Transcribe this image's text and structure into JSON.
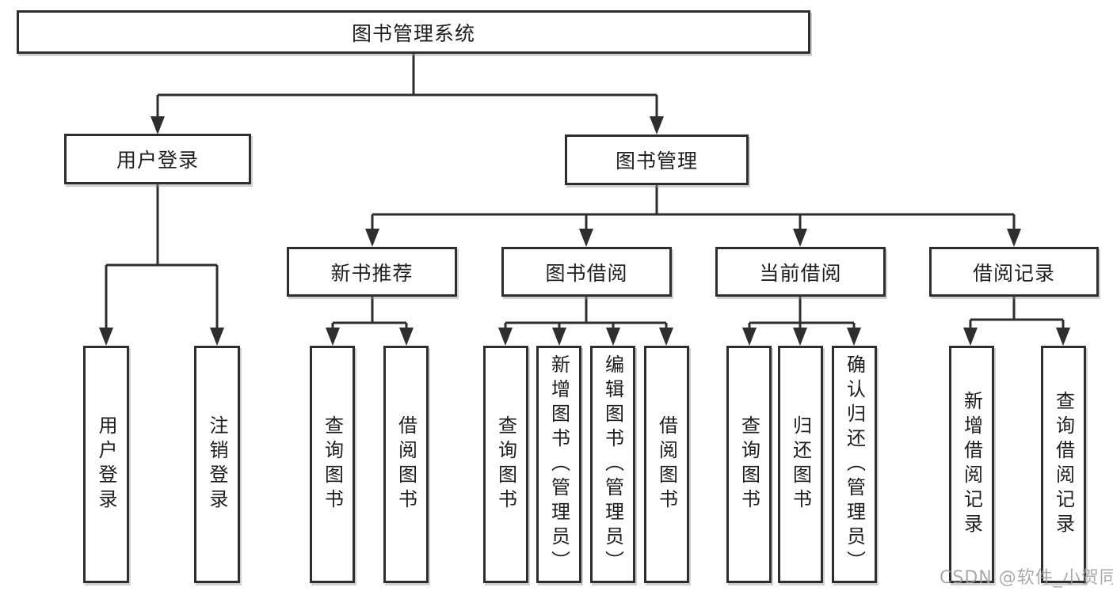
{
  "root": {
    "label": "图书管理系统",
    "children": [
      {
        "label": "用户登录",
        "children": [
          {
            "label": "用户登录"
          },
          {
            "label": "注销登录"
          }
        ]
      },
      {
        "label": "图书管理",
        "children": [
          {
            "label": "新书推荐",
            "children": [
              {
                "label": "查询图书"
              },
              {
                "label": "借阅图书"
              }
            ]
          },
          {
            "label": "图书借阅",
            "children": [
              {
                "label": "查询图书"
              },
              {
                "label": "新增图书（管理员）"
              },
              {
                "label": "编辑图书（管理员）"
              },
              {
                "label": "借阅图书"
              }
            ]
          },
          {
            "label": "当前借阅",
            "children": [
              {
                "label": "查询图书"
              },
              {
                "label": "归还图书"
              },
              {
                "label": "确认归还（管理员）"
              }
            ]
          },
          {
            "label": "借阅记录",
            "children": [
              {
                "label": "新增借阅记录"
              },
              {
                "label": "查询借阅记录"
              }
            ]
          }
        ]
      }
    ]
  },
  "watermark": "CSDN @软件_小贺同学",
  "colors": {
    "line": "#2e2e2e",
    "box_border": "#2e2e2e",
    "text": "#1e1e1e",
    "background": "#ffffff",
    "watermark": "#9b9b9b"
  }
}
